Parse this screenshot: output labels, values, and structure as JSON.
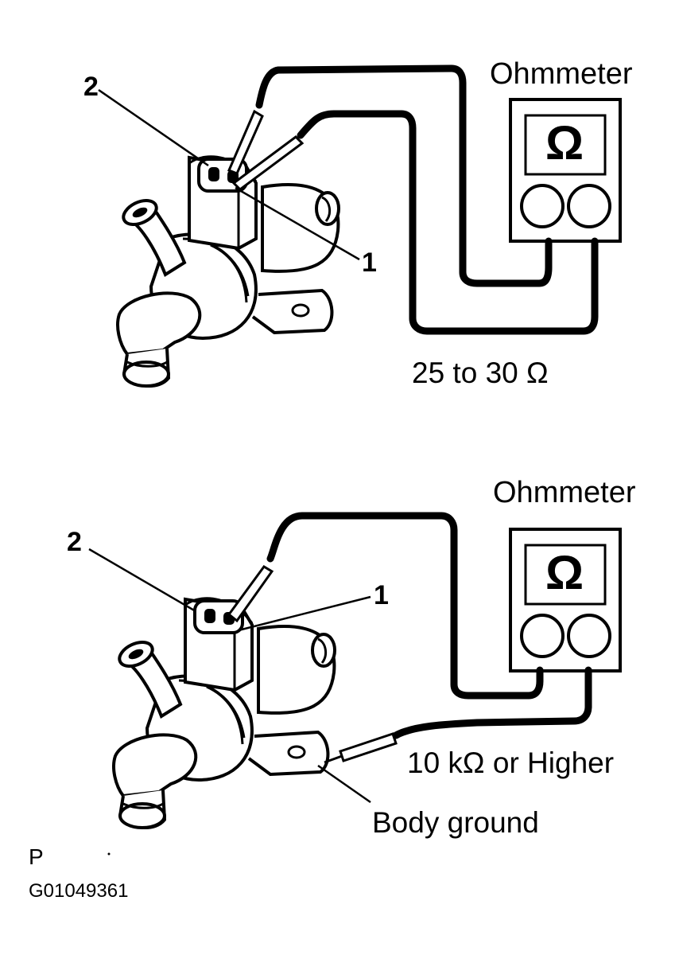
{
  "top": {
    "meter_label": "Ohmmeter",
    "meter_symbol": "Ω",
    "callout_1": "1",
    "callout_2": "2",
    "reading": "25 to 30 Ω"
  },
  "bottom": {
    "meter_label": "Ohmmeter",
    "meter_symbol": "Ω",
    "callout_1": "1",
    "callout_2": "2",
    "reading": "10 kΩ or Higher",
    "ground_label": "Body ground"
  },
  "footer": {
    "corner_letter": "P",
    "figure_id": "G01049361"
  }
}
